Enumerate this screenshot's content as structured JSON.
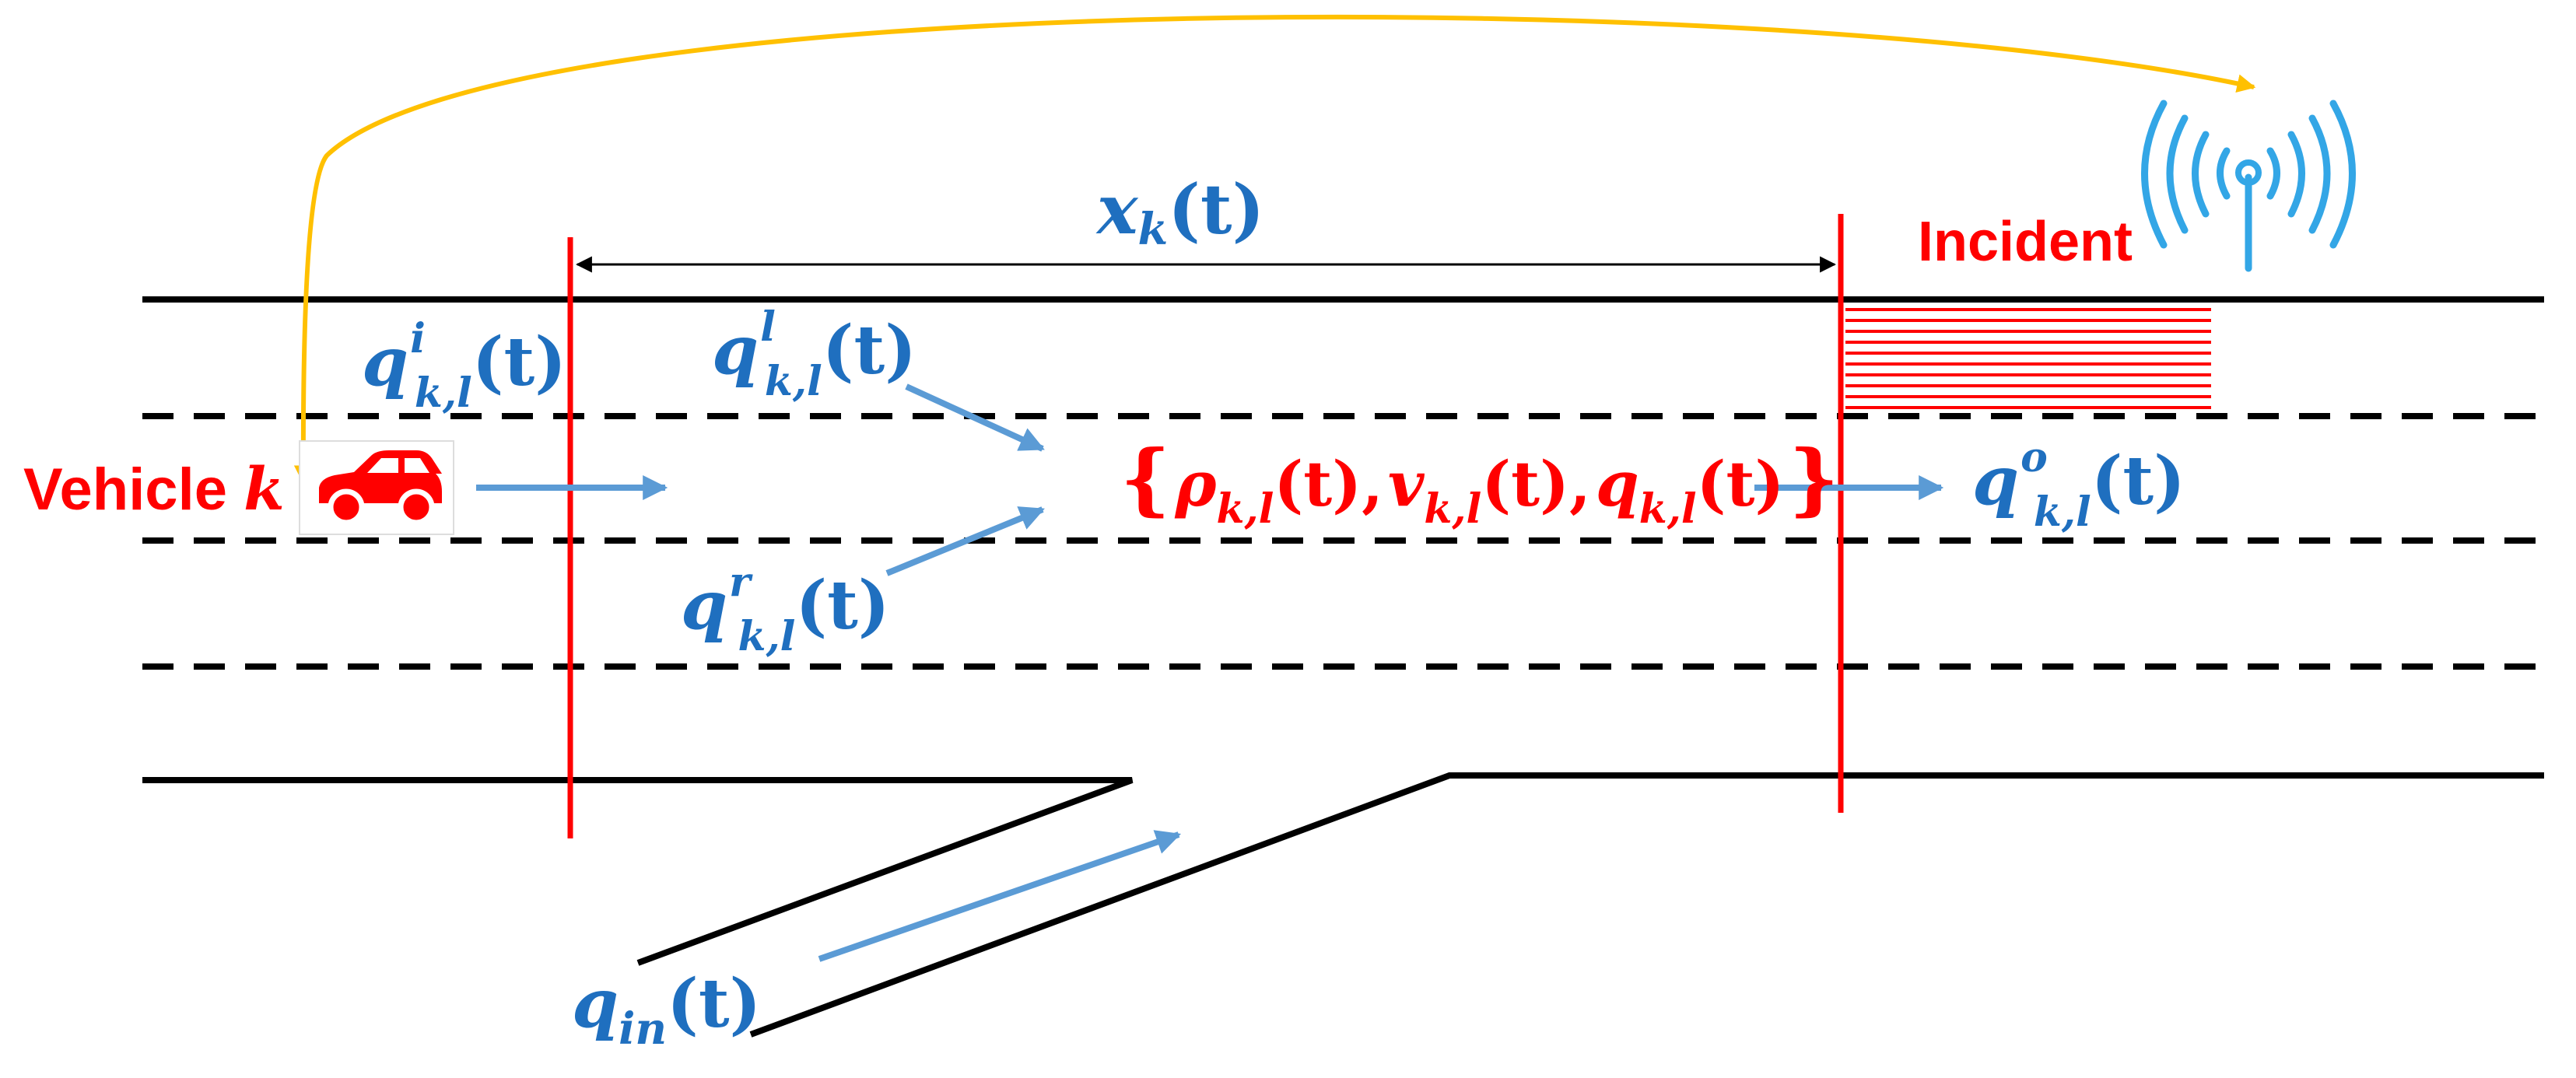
{
  "colors": {
    "road": "#000000",
    "boundary": "#ff0000",
    "flow_arrow": "#5b9bd5",
    "math_text": "#1f6fbf",
    "state_text": "#ff0000",
    "feedback_arrow": "#ffc000",
    "antenna": "#33a6e6",
    "incident_hatch": "#ff0000"
  },
  "labels": {
    "vehicle_word": "Vehicle ",
    "vehicle_var": "k",
    "incident": "Incident",
    "distance": {
      "base": "x",
      "sub": "k",
      "arg": "(t)"
    },
    "q_in_left": {
      "base": "q",
      "sup": "i",
      "sub": "k,l",
      "arg": "(t)"
    },
    "q_left_lane": {
      "base": "q",
      "sup": "l",
      "sub": "k,l",
      "arg": "(t)"
    },
    "q_right_lane": {
      "base": "q",
      "sup": "r",
      "sub": "k,l",
      "arg": "(t)"
    },
    "q_out": {
      "base": "q",
      "sup": "o",
      "sub": "k,l",
      "arg": "(t)"
    },
    "q_ramp": {
      "base": "q",
      "sub": "in",
      "arg": "(t)"
    },
    "state": {
      "open": "{",
      "rho": "ρ",
      "rho_sub": "k,l",
      "rho_arg": "(t),",
      "v": "v",
      "v_sub": "k,l",
      "v_arg": "(t),",
      "q": "q",
      "q_sub": "k,l",
      "q_arg": "(t)",
      "close": "}"
    }
  },
  "icons": {
    "vehicle": "car-icon",
    "roadside_unit": "wireless-antenna-icon"
  }
}
